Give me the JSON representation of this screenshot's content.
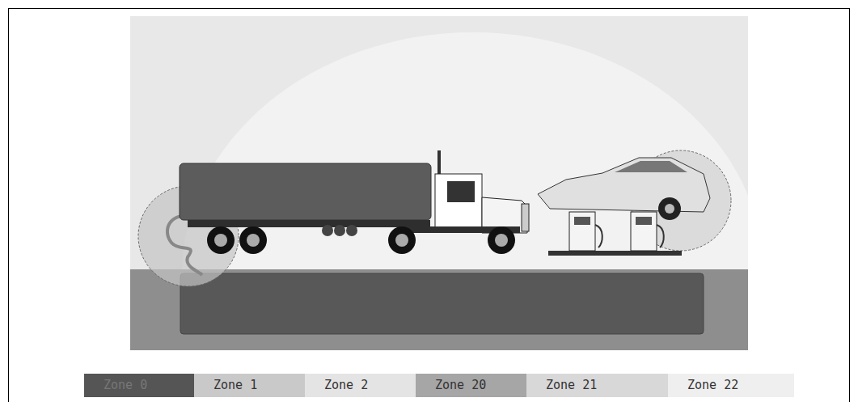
{
  "diagram": {
    "legend": [
      {
        "text": "Zone 0",
        "color": "#555555"
      },
      {
        "text": "Zone 1",
        "color": "#c9c9c9"
      },
      {
        "text": "Zone 2",
        "color": "#e4e4e4"
      },
      {
        "text": "Zone 20",
        "color": "#a6a6a6"
      },
      {
        "text": "Zone 21",
        "color": "#d8d8d8"
      },
      {
        "text": "Zone 22",
        "color": "#efefef"
      }
    ]
  }
}
